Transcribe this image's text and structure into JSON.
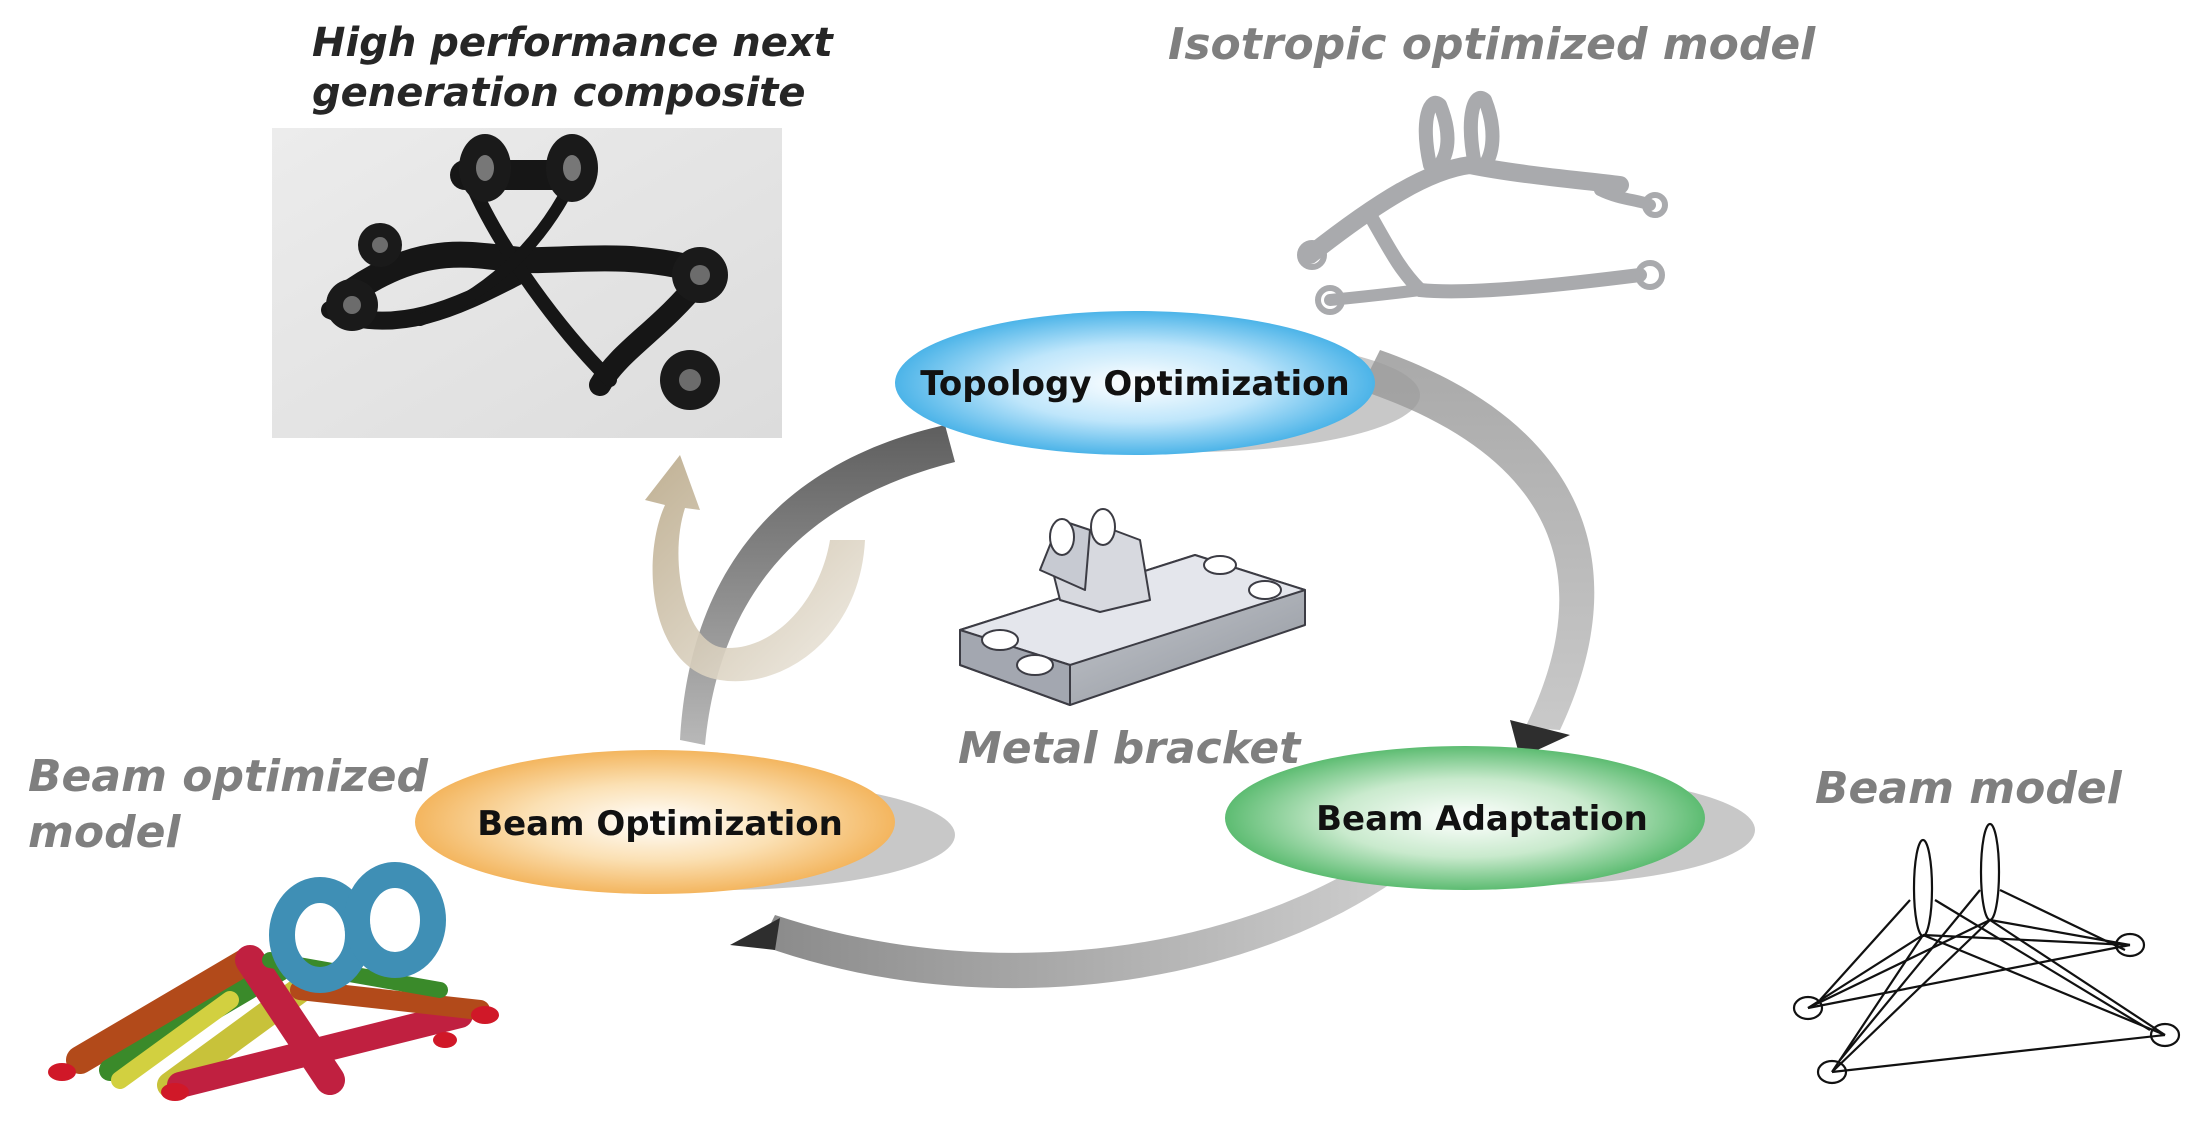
{
  "colors": {
    "topology": "#1a9ee0",
    "adaptation": "#2ea84a",
    "optimization": "#f0a33a",
    "cycle_arrow": "#9a9a9a",
    "output_arrow": "#c8bca5",
    "caption": "#7f7f7f",
    "caption_dark": "#262626"
  },
  "cycle_nodes": {
    "topology": "Topology Optimization",
    "adaptation": "Beam Adaptation",
    "optimization": "Beam Optimization"
  },
  "captions": {
    "composite_line1": "High performance next",
    "composite_line2": "generation composite",
    "isotropic": "Isotropic optimized model",
    "metal": "Metal bracket",
    "beam_model": "Beam model",
    "beam_optimized_line1": "Beam optimized",
    "beam_optimized_line2": "model"
  }
}
